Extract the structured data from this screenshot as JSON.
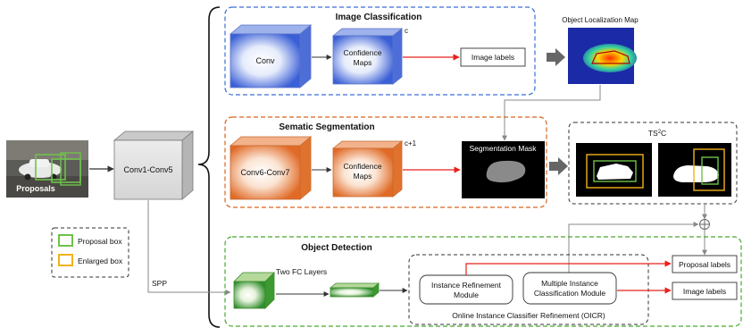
{
  "image_classification": {
    "title": "Image Classification",
    "conv_label": "Conv",
    "confidence_label_1": "Confidence",
    "confidence_label_2": "Maps",
    "channels": "c",
    "output_label": "Image labels",
    "localization_map_title": "Object Localization Map"
  },
  "segmentation": {
    "title": "Sematic Segmentation",
    "conv_label": "Conv6-Conv7",
    "confidence_label_1": "Confidence",
    "confidence_label_2": "Maps",
    "channels": "c+1",
    "mask_label": "Segmentation Mask"
  },
  "ts2c": {
    "title_main": "TS",
    "title_sup": "2",
    "title_end": "C"
  },
  "backbone": {
    "proposals_label": "Proposals",
    "conv_label": "Conv1-Conv5"
  },
  "legend": {
    "proposal_box": "Proposal box",
    "enlarged_box": "Enlarged box"
  },
  "detection": {
    "title": "Object Detection",
    "spp_label": "SPP",
    "fc_label": "Two FC Layers",
    "irm_line1": "Instance Refinement",
    "irm_line2": "Module",
    "mic_line1": "Multiple Instance",
    "mic_line2": "Classification Module",
    "oicr_label": "Online Instance Classifier Refinement (OICR)",
    "proposal_labels": "Proposal labels",
    "image_labels": "Image labels"
  },
  "colors": {
    "classification_border": "#3a6fd8",
    "segmentation_border": "#d9651f",
    "detection_border": "#4aa832",
    "arrow_red": "#e8201c",
    "proposal_box": "#6fc24a",
    "enlarged_box": "#f3b21a"
  }
}
